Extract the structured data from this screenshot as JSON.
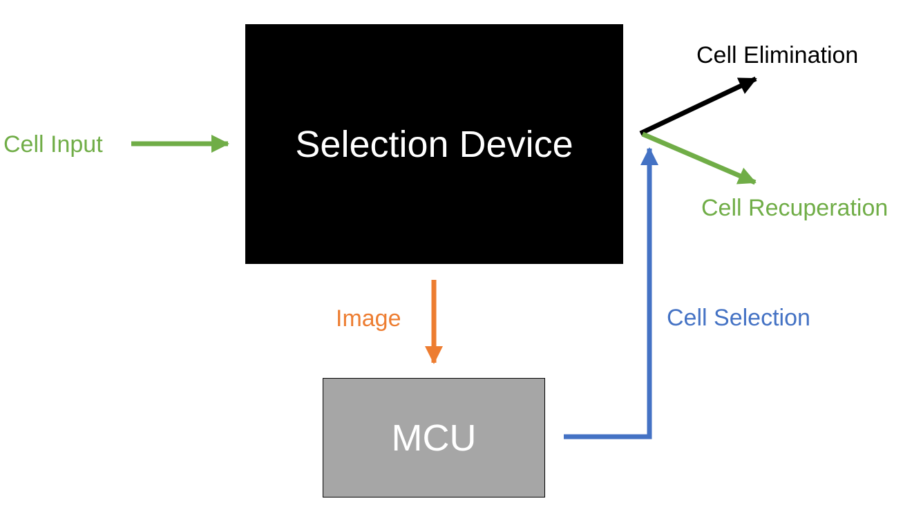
{
  "blocks": {
    "selection_device": "Selection Device",
    "mcu": "MCU"
  },
  "labels": {
    "cell_input": "Cell Input",
    "image": "Image",
    "cell_selection": "Cell Selection",
    "cell_elimination": "Cell Elimination",
    "cell_recuperation": "Cell Recuperation"
  },
  "colors": {
    "green": "#70ad47",
    "orange": "#ed7d31",
    "blue": "#4472c4",
    "black": "#000000",
    "gray": "#a6a6a6",
    "white": "#ffffff"
  }
}
